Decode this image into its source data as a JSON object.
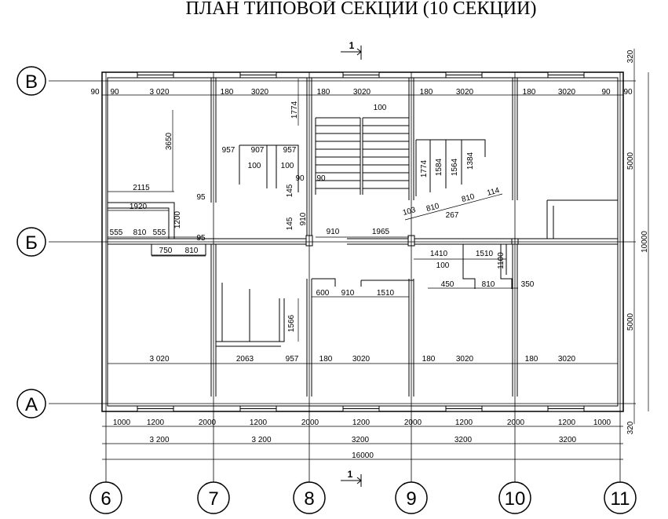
{
  "title": "ПЛАН ТИПОВОЙ СЕКЦИИ (10 СЕКЦИИ)",
  "section_mark": "1",
  "axes": {
    "rows": [
      "В",
      "Б",
      "А"
    ],
    "columns": [
      "6",
      "7",
      "8",
      "9",
      "10",
      "11"
    ]
  },
  "dimensions": {
    "row_v": [
      "90",
      "90",
      "3 020",
      "180",
      "3020",
      "180",
      "3020",
      "180",
      "3020",
      "180",
      "3020",
      "90",
      "90"
    ],
    "row_a": [
      "3 020",
      "2063",
      "957",
      "180",
      "3020",
      "180",
      "3020",
      "180",
      "3020"
    ],
    "bottom_chain1": [
      "1000",
      "1200",
      "2000",
      "1200",
      "2000",
      "1200",
      "2000",
      "1200",
      "2000",
      "1200",
      "1000"
    ],
    "bottom_chain2": [
      "3 200",
      "3 200",
      "3200",
      "3200",
      "3200"
    ],
    "bottom_total": "16000",
    "right": [
      "320",
      "5000",
      "10000",
      "5000",
      "320"
    ],
    "misc": [
      "1774",
      "100",
      "3650",
      "957",
      "907",
      "957",
      "100",
      "100",
      "90",
      "90",
      "145",
      "910",
      "145",
      "2115",
      "95",
      "1920",
      "1200",
      "555",
      "810",
      "555",
      "95",
      "750",
      "810",
      "910",
      "1965",
      "1774",
      "1584",
      "1564",
      "1384",
      "103",
      "810",
      "810",
      "114",
      "267",
      "1410",
      "1510",
      "100",
      "1100",
      "450",
      "810",
      "350",
      "600",
      "910",
      "1510",
      "1566"
    ]
  },
  "colors": {
    "ink": "#000000",
    "background": "#ffffff"
  }
}
